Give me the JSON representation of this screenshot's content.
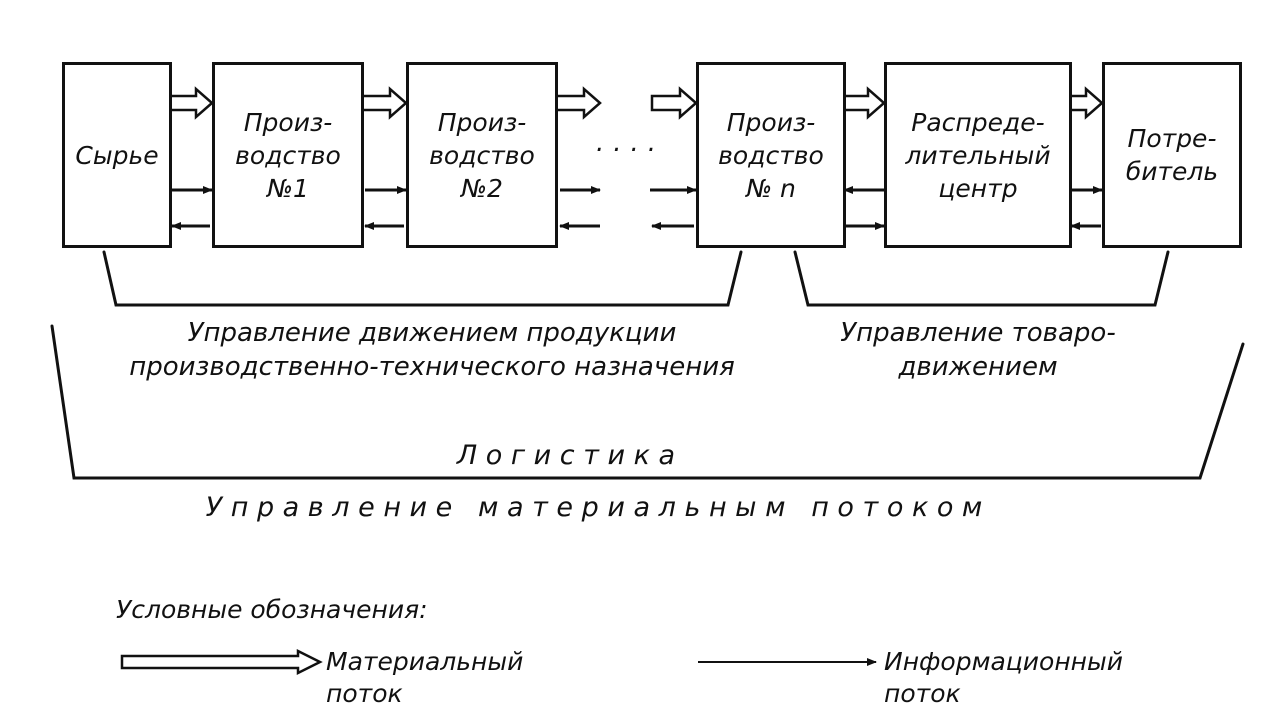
{
  "blocks": {
    "raw": [
      "Сырье"
    ],
    "prod1": [
      "Произ-",
      "водство",
      "№1"
    ],
    "prod2": [
      "Произ-",
      "водство",
      "№2"
    ],
    "prodn": [
      "Произ-",
      "водство",
      "№ n"
    ],
    "distribution": [
      "Распреде-",
      "лительный",
      "центр"
    ],
    "consumer": [
      "Потре-",
      "битель"
    ]
  },
  "ellipsis": "....",
  "brackets": {
    "production_mgmt": [
      "Управление движением продукции",
      "производственно-технического назначения"
    ],
    "goods_mgmt": [
      "Управление товаро-",
      "движением"
    ]
  },
  "logistics": "Л о г и с т и к а",
  "material_flow_mgmt": "У п р а в л е н и е   м а т е р и а л ь н ы м   п о т о к о м",
  "legend": {
    "title": "Условные обозначения:",
    "material": [
      "Материальный",
      "поток"
    ],
    "information": [
      "Информационный",
      "поток"
    ]
  }
}
